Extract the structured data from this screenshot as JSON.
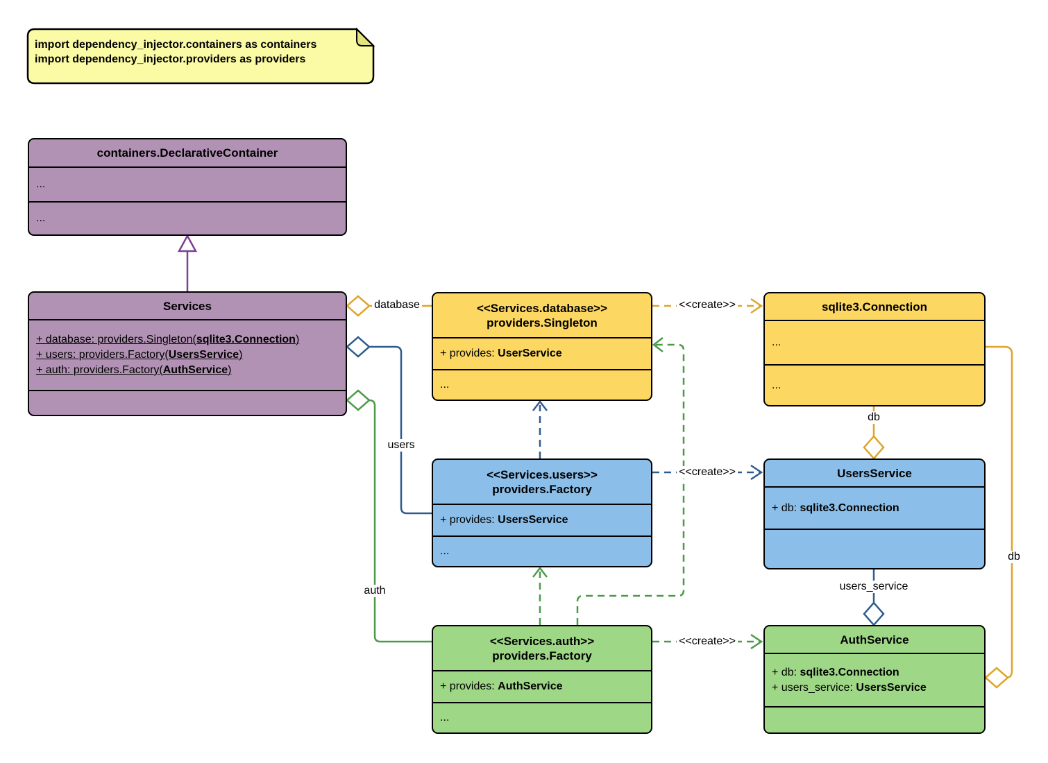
{
  "note": {
    "line1": "import dependency_injector.containers as containers",
    "line2": "import dependency_injector.providers as providers"
  },
  "classes": {
    "declarative_container": {
      "title": "containers.DeclarativeContainer",
      "fields": "...",
      "methods": "..."
    },
    "services": {
      "title": "Services",
      "attr_database": {
        "pre": "+ database: providers.Singleton(",
        "type": "sqlite3.Connection",
        "post": ")"
      },
      "attr_users": {
        "pre": "+ users: providers.Factory(",
        "type": "UsersService",
        "post": ")"
      },
      "attr_auth": {
        "pre": "+ auth: providers.Factory(",
        "type": "AuthService",
        "post": ")"
      }
    },
    "database_singleton": {
      "stereotype": "<<Services.database>>",
      "title": "providers.Singleton",
      "provides": {
        "pre": "+ provides: ",
        "type": "UserService"
      },
      "more": "..."
    },
    "sqlite3_connection": {
      "title": "sqlite3.Connection",
      "fields": "...",
      "methods": "..."
    },
    "users_factory": {
      "stereotype": "<<Services.users>>",
      "title": "providers.Factory",
      "provides": {
        "pre": "+ provides: ",
        "type": "UsersService"
      },
      "more": "..."
    },
    "users_service": {
      "title": "UsersService",
      "attr_db": {
        "pre": "+ db: ",
        "type": "sqlite3.Connection"
      }
    },
    "auth_factory": {
      "stereotype": "<<Services.auth>>",
      "title": "providers.Factory",
      "provides": {
        "pre": "+ provides: ",
        "type": "AuthService"
      },
      "more": "..."
    },
    "auth_service": {
      "title": "AuthService",
      "attr_db": {
        "pre": "+ db: ",
        "type": "sqlite3.Connection"
      },
      "attr_users_service": {
        "pre": "+ users_service: ",
        "type": "UsersService"
      }
    }
  },
  "edge_labels": {
    "database": "database",
    "users": "users",
    "auth": "auth",
    "create": "<<create>>",
    "db": "db",
    "users_service": "users_service"
  },
  "colors": {
    "container_fill": "#B292B4",
    "singleton_fill": "#FCD863",
    "users_fill": "#8BBEE8",
    "auth_fill": "#9ED786",
    "note_fill": "#FBFBA6",
    "edge_gold": "#DEA528",
    "edge_blue": "#2E5C8E",
    "edge_green": "#4C9A48",
    "edge_purple": "#7B4091"
  }
}
